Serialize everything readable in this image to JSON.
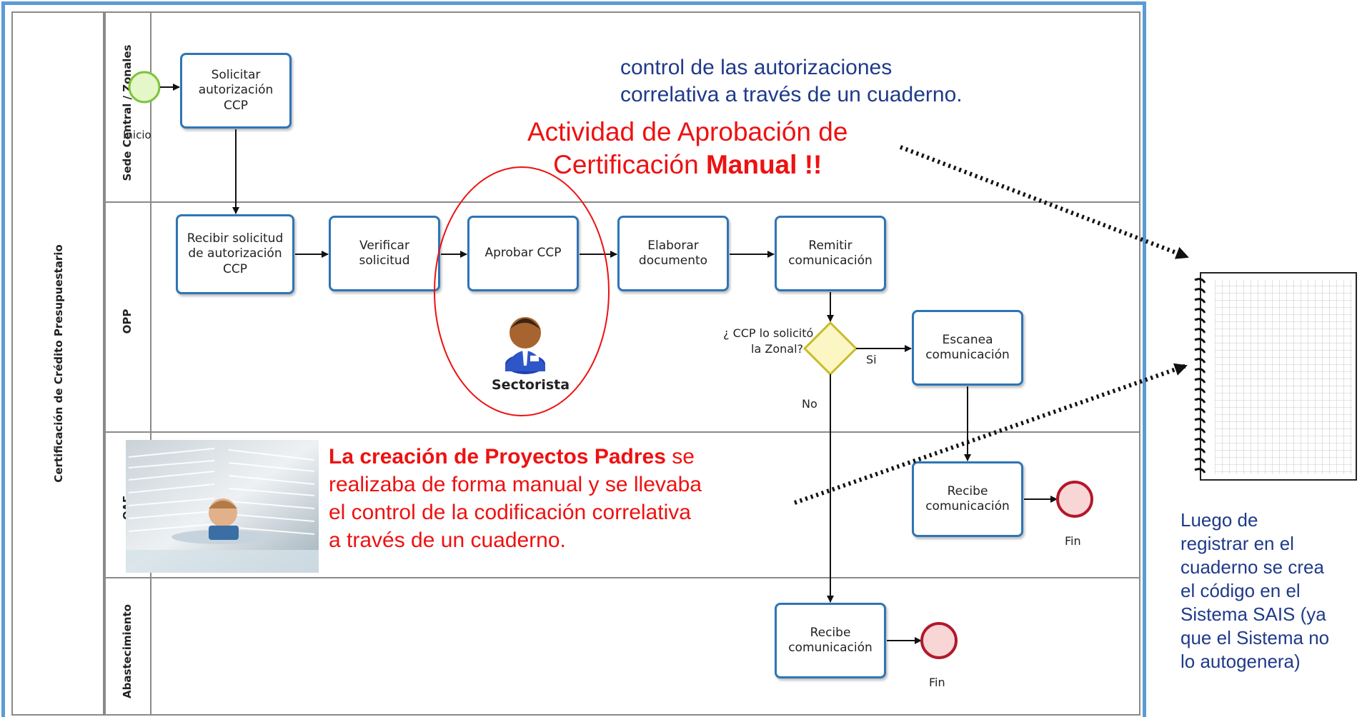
{
  "pool": {
    "title": "Certificación de Crédito Presupuestario"
  },
  "lanes": [
    "Sede Central / Zonales",
    "OPP",
    "OAF",
    "Abastecimiento"
  ],
  "events": {
    "start": "Inicio",
    "end_oaf": "Fin",
    "end_abast": "Fin"
  },
  "tasks": {
    "solicitar": [
      "Solicitar",
      "autorización",
      "CCP"
    ],
    "recibir_solicitud": [
      "Recibir solicitud",
      "de autorización",
      "CCP"
    ],
    "verificar": [
      "Verificar",
      "solicitud"
    ],
    "aprobar": [
      "Aprobar CCP"
    ],
    "elaborar": [
      "Elaborar",
      "documento"
    ],
    "remitir": [
      "Remitir",
      "comunicación"
    ],
    "escanea": [
      "Escanea",
      "comunicación"
    ],
    "recibe_oaf": [
      "Recibe",
      "comunicación"
    ],
    "recibe_abast": [
      "Recibe",
      "comunicación"
    ]
  },
  "gateway": {
    "question": [
      "¿ CCP lo solicitó",
      "la Zonal?"
    ],
    "yes": "Si",
    "no": "No"
  },
  "sectorista": "Sectorista",
  "notes": {
    "blue_top": [
      "control de las autorizaciones",
      "correlativa a través de un cuaderno."
    ],
    "red_title_line1": "Actividad de Aprobación de",
    "red_title_line2_normal": "Certificación ",
    "red_title_line2_bold": "Manual !!",
    "red_body_bold": "La creación de Proyectos Padres",
    "red_body_rest1": " se",
    "red_body_lines": [
      "realizaba de forma manual y se llevaba",
      "el control de la codificación correlativa",
      "a través de un cuaderno."
    ],
    "side": [
      "Luego de",
      "registrar en el",
      "cuaderno se crea",
      "el código en el",
      "Sistema SAIS (ya",
      "que el Sistema no",
      "lo autogenera)"
    ]
  },
  "colors": {
    "task_border": "#2e75b6",
    "accent_red": "#e11111",
    "accent_blue": "#1f3a8a",
    "frame": "#5b9bd5"
  }
}
